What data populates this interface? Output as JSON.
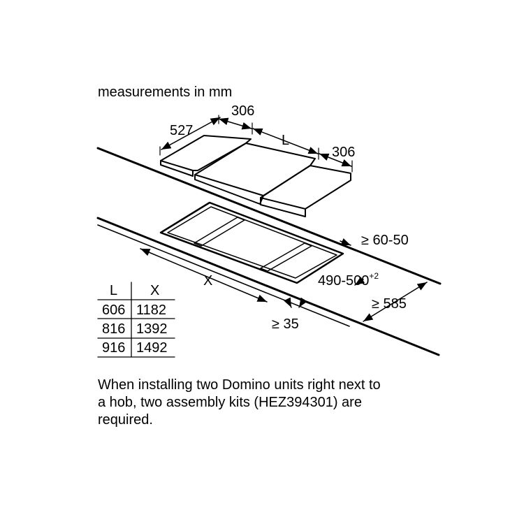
{
  "title": "measurements in mm",
  "dimensions": {
    "depth": "527",
    "width_left": "306",
    "length": "L",
    "width_right": "306",
    "worktop_thickness": "≥ 60-50",
    "cutout_depth": "490-500",
    "cutout_depth_tolerance": "+2",
    "cutout_length": "X",
    "front_clearance": "≥ 35",
    "worktop_depth": "≥ 585"
  },
  "table": {
    "headers": [
      "L",
      "X"
    ],
    "rows": [
      [
        "606",
        "1182"
      ],
      [
        "816",
        "1392"
      ],
      [
        "916",
        "1492"
      ]
    ]
  },
  "note": "When installing two Domino units right next to\na hob, two assembly kits (HEZ394301) are\nrequired."
}
